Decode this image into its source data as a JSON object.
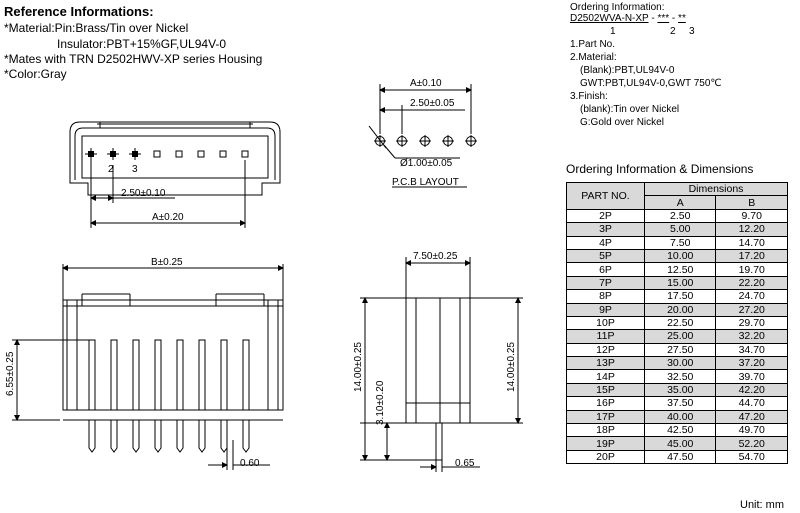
{
  "reference": {
    "title": "Reference Informations:",
    "lines": [
      "*Material:Pin:Brass/Tin over Nickel",
      "Insulator:PBT+15%GF,UL94V-0",
      "*Mates with TRN D2502HWV-XP series Housing",
      "*Color:Gray"
    ]
  },
  "ordering": {
    "title": "Ordering Information:",
    "code_base": "D2502WVA-N-XP",
    "code_mid": "***",
    "code_end": "**",
    "sep": "-",
    "marker_1": "1",
    "marker_2": "2",
    "marker_3": "3",
    "items": [
      "1.Part No.",
      "2.Material:",
      "(Blank):PBT,UL94V-0",
      "GWT:PBT,UL94V-0,GWT 750℃",
      "3.Finish:",
      "(blank):Tin over Nickel",
      "G:Gold over Nickel"
    ]
  },
  "drawing": {
    "dim_a": "A±0.10",
    "dim_pitch": "2.50±0.05",
    "dim_hole": "Ø1.00±0.05",
    "pcb_layout": "P.C.B LAYOUT",
    "pin_2": "2",
    "pin_3": "3",
    "top_pitch": "2.50±0.10",
    "top_a": "A±0.20",
    "front_b": "B±0.25",
    "front_h": "6.55±0.25",
    "front_pin": "0.60",
    "side_w": "7.50±0.25",
    "side_h_left": "14.00±0.25",
    "side_h_right": "14.00±0.25",
    "side_tail": "3.10±0.20",
    "side_pin": "0.65"
  },
  "table": {
    "title": "Ordering Information & Dimensions",
    "header_part": "PART NO.",
    "header_dims": "Dimensions",
    "header_a": "A",
    "header_b": "B",
    "rows": [
      {
        "part": "2P",
        "a": "2.50",
        "b": "9.70"
      },
      {
        "part": "3P",
        "a": "5.00",
        "b": "12.20"
      },
      {
        "part": "4P",
        "a": "7.50",
        "b": "14.70"
      },
      {
        "part": "5P",
        "a": "10.00",
        "b": "17.20"
      },
      {
        "part": "6P",
        "a": "12.50",
        "b": "19.70"
      },
      {
        "part": "7P",
        "a": "15.00",
        "b": "22.20"
      },
      {
        "part": "8P",
        "a": "17.50",
        "b": "24.70"
      },
      {
        "part": "9P",
        "a": "20.00",
        "b": "27.20"
      },
      {
        "part": "10P",
        "a": "22.50",
        "b": "29.70"
      },
      {
        "part": "11P",
        "a": "25.00",
        "b": "32.20"
      },
      {
        "part": "12P",
        "a": "27.50",
        "b": "34.70"
      },
      {
        "part": "13P",
        "a": "30.00",
        "b": "37.20"
      },
      {
        "part": "14P",
        "a": "32.50",
        "b": "39.70"
      },
      {
        "part": "15P",
        "a": "35.00",
        "b": "42.20"
      },
      {
        "part": "16P",
        "a": "37.50",
        "b": "44.70"
      },
      {
        "part": "17P",
        "a": "40.00",
        "b": "47.20"
      },
      {
        "part": "18P",
        "a": "42.50",
        "b": "49.70"
      },
      {
        "part": "19P",
        "a": "45.00",
        "b": "52.20"
      },
      {
        "part": "20P",
        "a": "47.50",
        "b": "54.70"
      }
    ],
    "unit": "Unit: mm"
  }
}
